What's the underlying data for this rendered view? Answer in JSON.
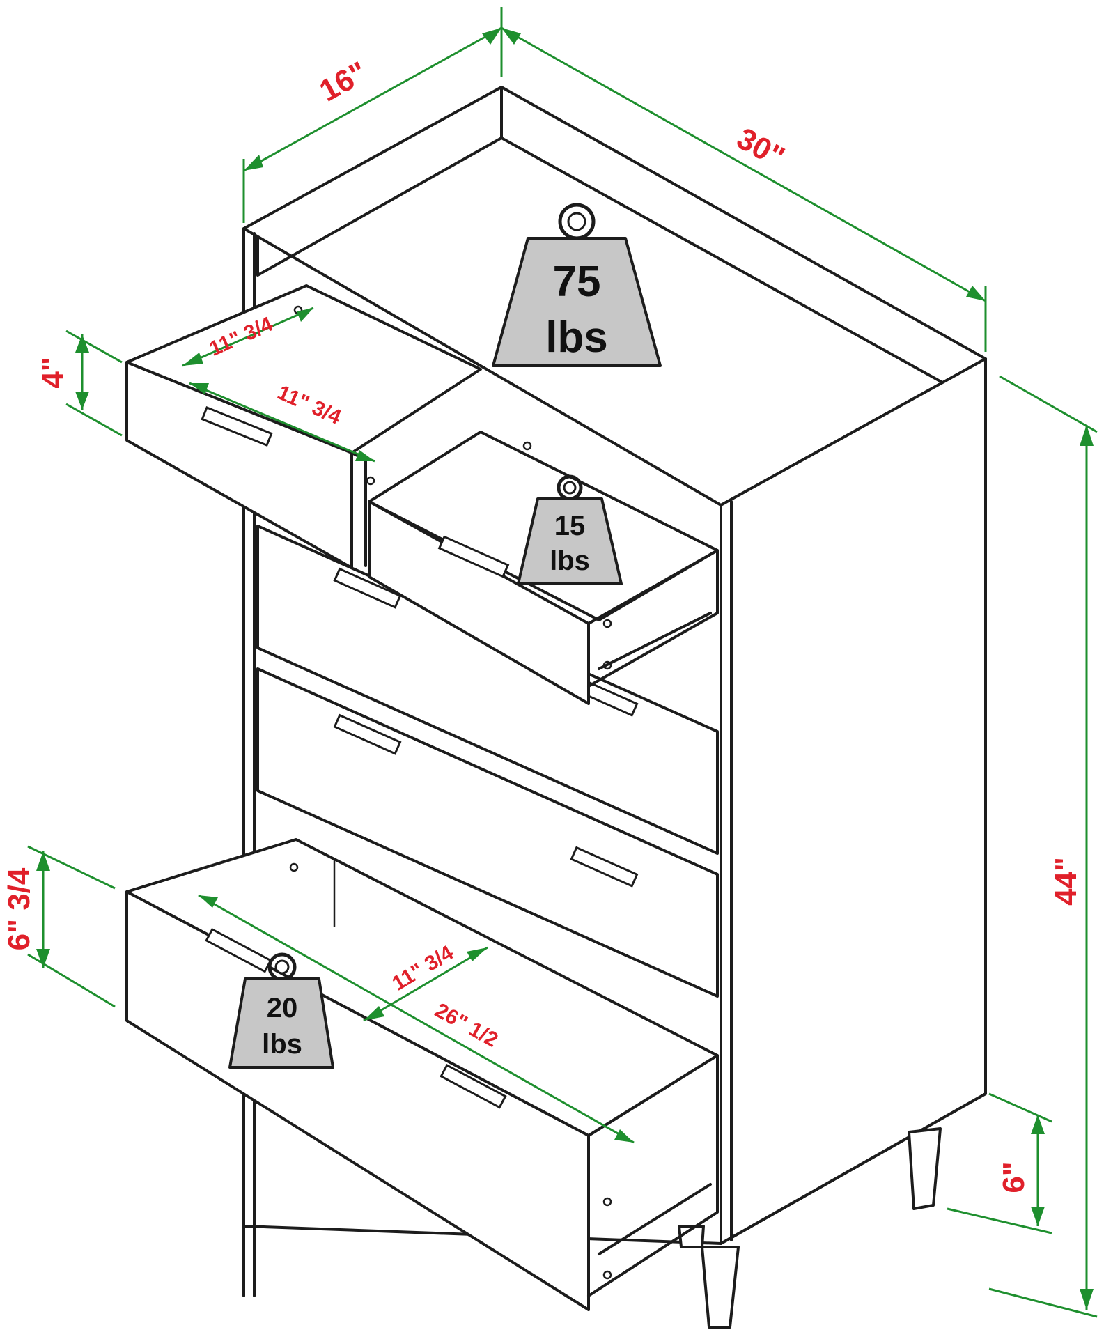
{
  "dimensions": {
    "depth": "16\"",
    "width": "30\"",
    "height": "44\"",
    "leg_height": "6\"",
    "small_drawer_height": "4\"",
    "small_drawer_inner_width": "11\" 3/4",
    "small_drawer_inner_depth": "11\" 3/4",
    "large_drawer_height": "6\" 3/4",
    "large_drawer_inner_depth": "11\" 3/4",
    "large_drawer_inner_width": "26\" 1/2"
  },
  "weights": {
    "top": {
      "value": "75",
      "unit": "lbs"
    },
    "small_drawer": {
      "value": "15",
      "unit": "lbs"
    },
    "large_drawer": {
      "value": "20",
      "unit": "lbs"
    }
  },
  "colors": {
    "dimension_text": "#e0202a",
    "dimension_lines": "#1e8f2e",
    "weight_fill": "#c7c7c7",
    "outline": "#1c1c1c"
  }
}
